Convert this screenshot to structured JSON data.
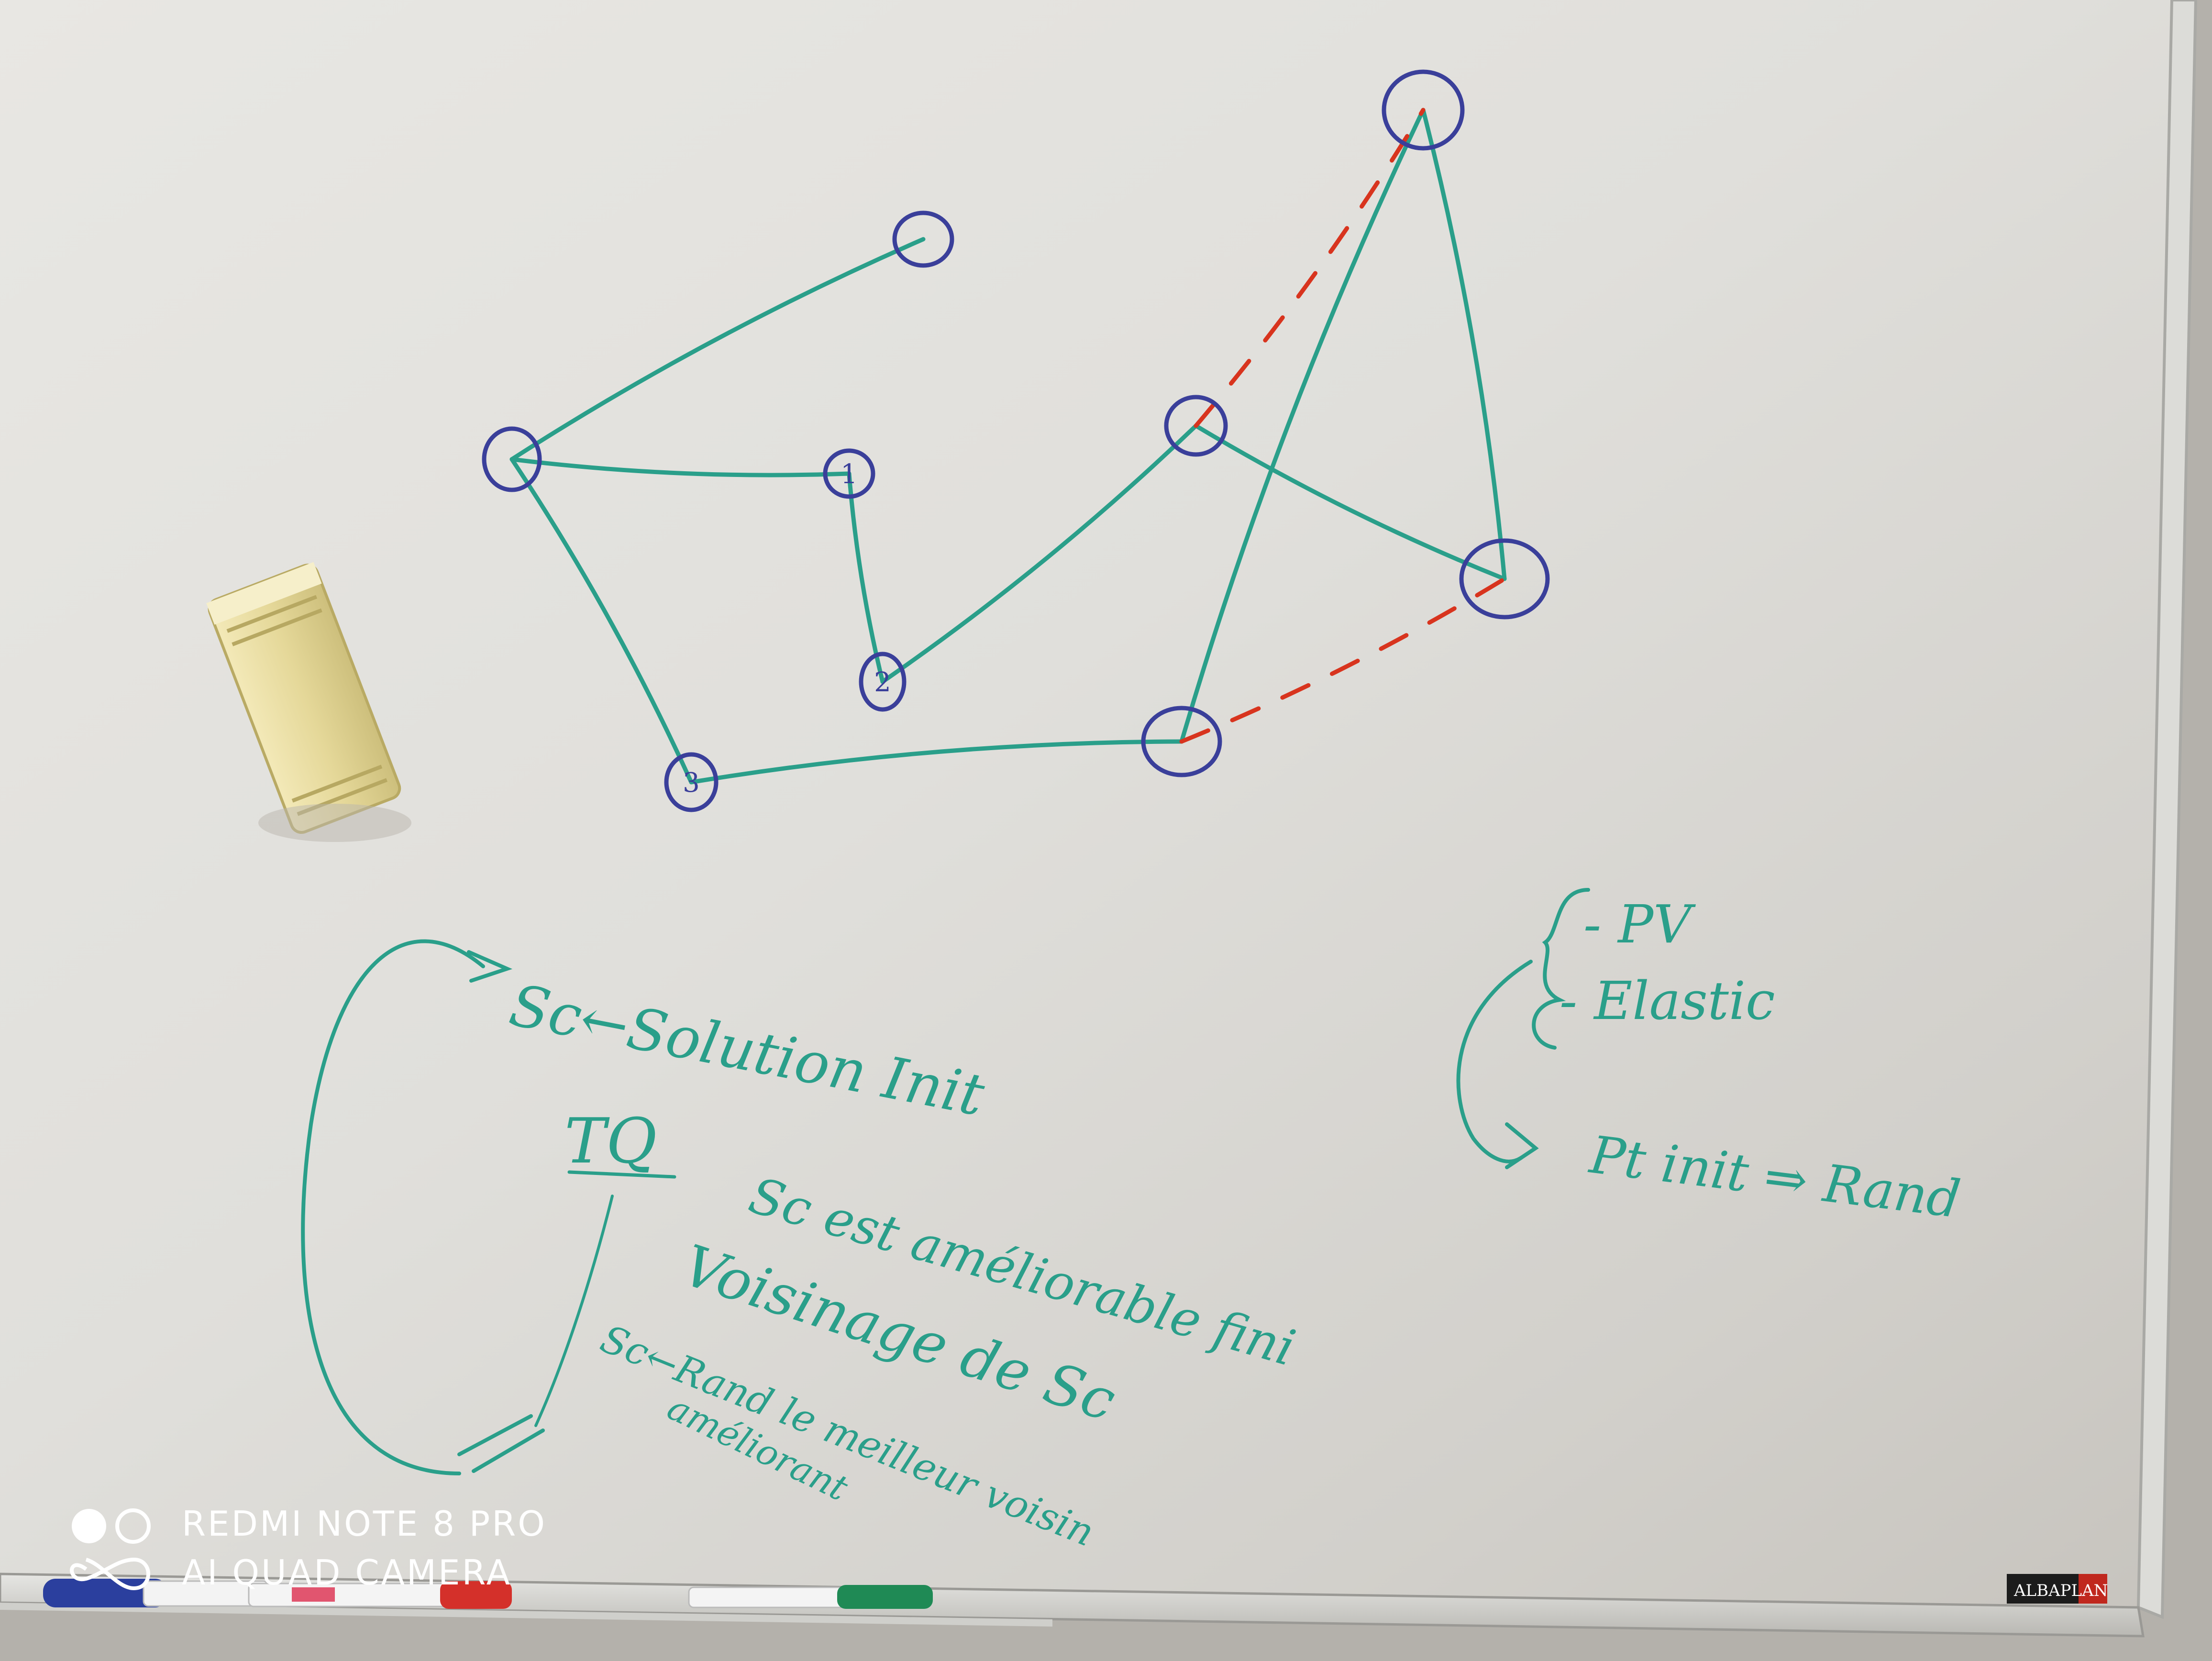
{
  "colors": {
    "board_light": "#ebeae6",
    "board_shadow": "#c9c6bf",
    "green_marker": "#2a9f8a",
    "blue_marker": "#3a3f9a",
    "red_marker": "#d8341e",
    "frame": "#d9dad7"
  },
  "diagram": {
    "type": "graph",
    "nodes": [
      {
        "id": "n1",
        "label": ""
      },
      {
        "id": "n2",
        "label": "1"
      },
      {
        "id": "n3",
        "label": ""
      },
      {
        "id": "n4",
        "label": ""
      },
      {
        "id": "n5",
        "label": ""
      },
      {
        "id": "n6",
        "label": ""
      },
      {
        "id": "n7",
        "label": "2"
      },
      {
        "id": "n8",
        "label": "3"
      },
      {
        "id": "n9",
        "label": ""
      }
    ],
    "edges_solid_green": [
      [
        "n1",
        "n3"
      ],
      [
        "n3",
        "n2"
      ],
      [
        "n2",
        "n7"
      ],
      [
        "n7",
        "n4"
      ],
      [
        "n4",
        "n6"
      ],
      [
        "n6",
        "n5"
      ],
      [
        "n5",
        "n9"
      ],
      [
        "n9",
        "n8"
      ],
      [
        "n8",
        "n3"
      ]
    ],
    "edges_dashed_red": [
      [
        "n4",
        "n5"
      ],
      [
        "n9",
        "n6"
      ]
    ]
  },
  "notes": {
    "line1": "Sc←Solution Init",
    "tq": "TQ",
    "line2": "Sc est améliorable fini",
    "line3": "Voisinage de Sc",
    "line4": "Sc←Rand le meilleur voisin",
    "line5": "améliorant",
    "right_items": [
      "- PV",
      "- Elastic"
    ],
    "right_arrow_text": "Pt init ⇒ Rand"
  },
  "watermark": {
    "line1": "REDMI NOTE 8 PRO",
    "line2": "AI QUAD CAMERA"
  },
  "brand_label": "ALBAPLAN",
  "tray_markers": [
    {
      "name": "blue-marker",
      "cap_color": "#2b3f9e"
    },
    {
      "name": "red-marker",
      "cap_color": "#d4302a"
    },
    {
      "name": "green-marker",
      "cap_color": "#1f8a55"
    }
  ],
  "eraser_color": "#e4d79a"
}
